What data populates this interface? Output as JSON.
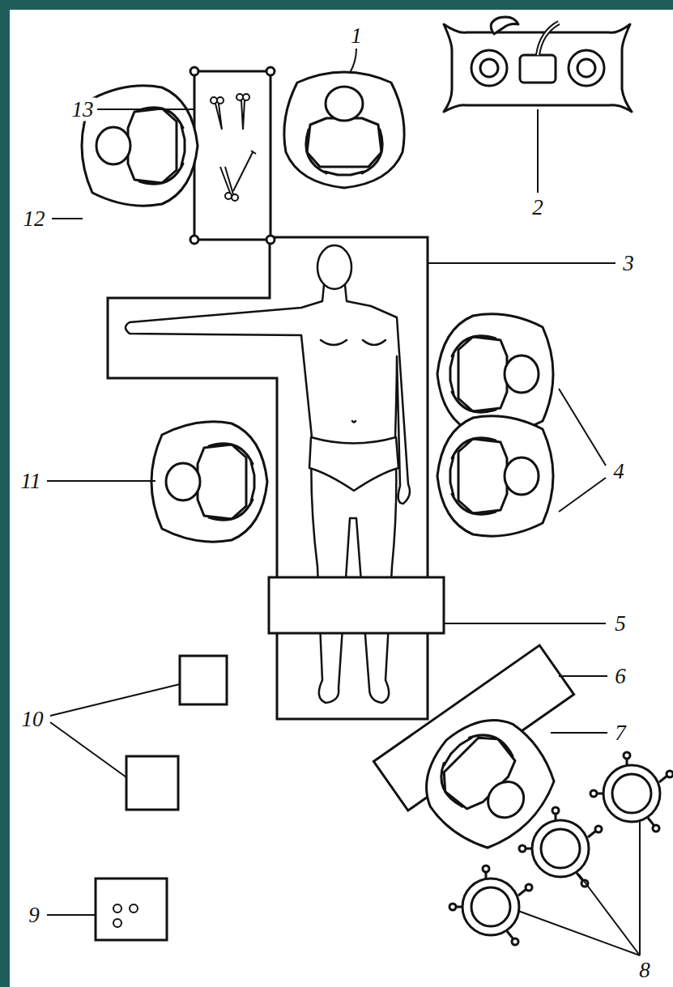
{
  "diagram": {
    "labels": [
      "13",
      "1",
      "2",
      "12",
      "3",
      "11",
      "4",
      "5",
      "6",
      "10",
      "7",
      "9",
      "8"
    ]
  }
}
